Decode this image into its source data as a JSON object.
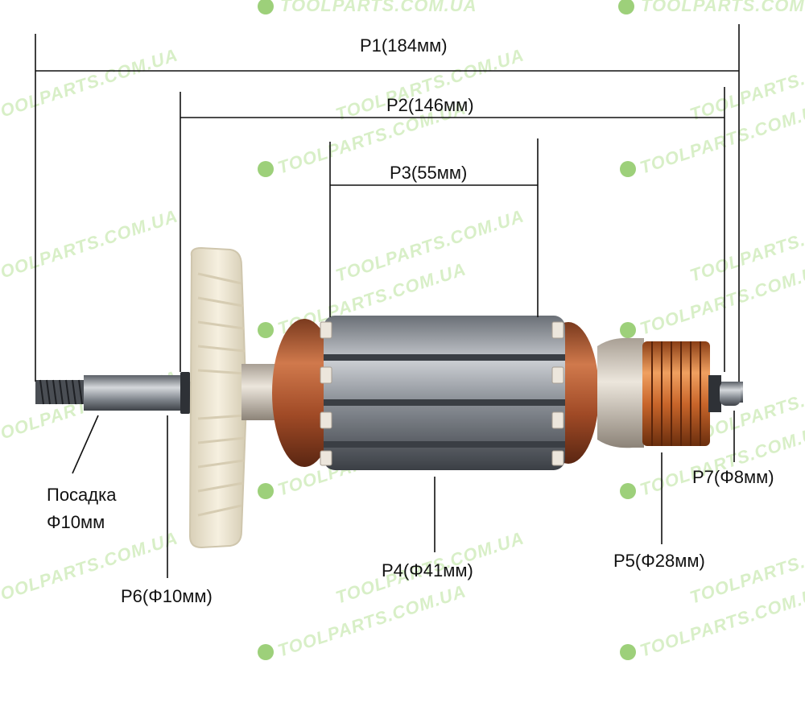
{
  "dimensions": {
    "p1": "P1(184мм)",
    "p2": "P2(146мм)",
    "p3": "P3(55мм)",
    "p4": "P4(Φ41мм)",
    "p5": "P5(Φ28мм)",
    "p6": "P6(Φ10мм)",
    "p7": "P7(Φ8мм)"
  },
  "fit_label": {
    "line1": "Посадка",
    "line2": "Φ10мм"
  },
  "watermark": {
    "brand": "TOOLPARTS.COM.UA",
    "url": "TOOLPARTS.COM.UA"
  },
  "colors": {
    "copper": "#b4562f",
    "commutator": "#c8652a",
    "fan": "#f1ead6",
    "steel": "#8a8f96",
    "watermark": "#9dd07a"
  }
}
